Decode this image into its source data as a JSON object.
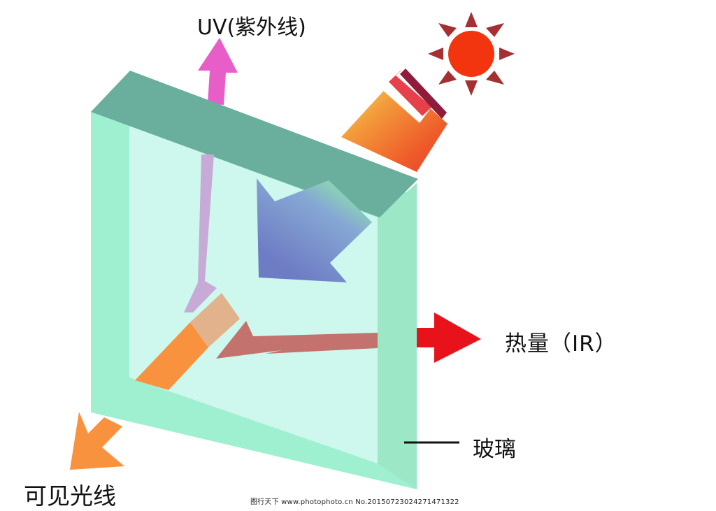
{
  "labels": {
    "uv": "UV(紫外线)",
    "ir": "热量（IR）",
    "glass": "玻璃",
    "visible_light": "可见光线"
  },
  "watermark": "图行天下 www.photophoto.cn No.20150723024271471322",
  "colors": {
    "glass_face": "#9ef0d0",
    "glass_inner": "#cef8ee",
    "glass_top_edge": "#6aae9e",
    "uv_arrow": "#e85ec8",
    "uv_ray": "#c8aad6",
    "ir_arrow": "#e8131a",
    "ir_ray": "#c4726e",
    "visible_arrow": "#f9923f",
    "sun": "#f2340f",
    "sun_rays": "#a52f32"
  },
  "icons": [
    "sun-icon"
  ]
}
